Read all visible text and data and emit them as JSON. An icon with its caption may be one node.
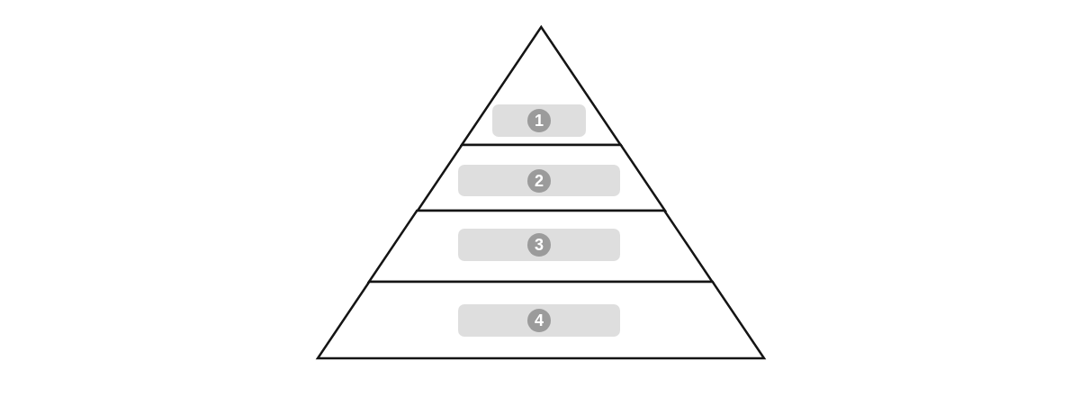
{
  "diagram": {
    "nodes": [
      {
        "text": [
          "1"
        ]
      },
      {
        "text": [
          "2"
        ]
      },
      {
        "text": [
          "3"
        ]
      },
      {
        "text": [
          "4"
        ]
      }
    ],
    "edges": []
  }
}
